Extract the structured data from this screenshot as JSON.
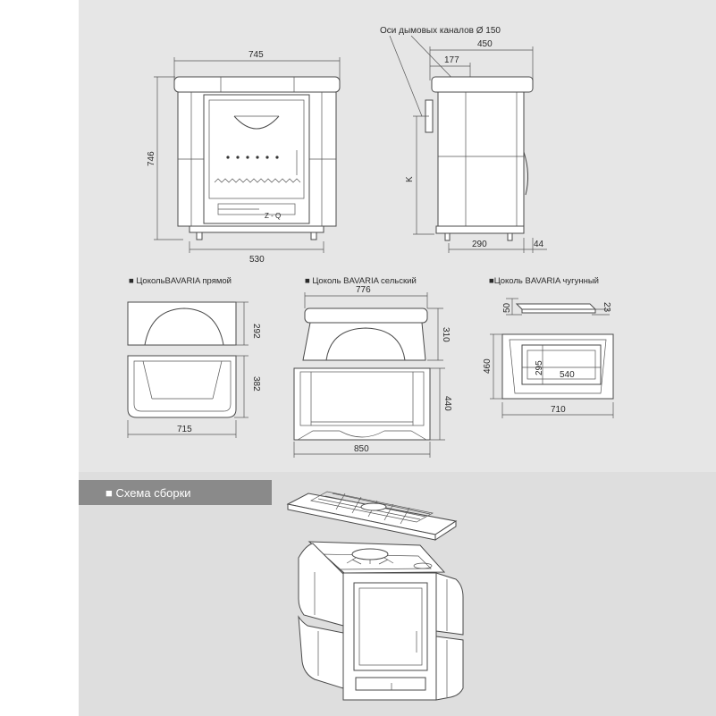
{
  "top_view": {
    "dims": {
      "width_745": "745",
      "height_746": "746",
      "base_530": "530",
      "door_mark": "Z - Q"
    }
  },
  "side_view": {
    "flue_label": "Оси дымовых каналов Ø 150",
    "dims": {
      "depth_450": "450",
      "offset_177": "177",
      "k_label": "K",
      "depth_290": "290",
      "leg_44": "44"
    }
  },
  "plinths": [
    {
      "caption": "■ ЦокольBAVARIA прямой",
      "dims": {
        "h_292": "292",
        "h_382": "382",
        "w_715": "715"
      }
    },
    {
      "caption": "■ Цоколь BAVARIA сельский",
      "dims": {
        "w_776": "776",
        "h_310": "310",
        "h_440": "440",
        "w_850": "850"
      }
    },
    {
      "caption": "■Цоколь BAVARIA чугунный",
      "dims": {
        "h_50": "50",
        "h_23": "23",
        "h_460": "460",
        "h_295": "295",
        "w_540": "540",
        "w_710": "710"
      }
    }
  ],
  "assembly": {
    "title": "■ Схема сборки"
  },
  "colors": {
    "page_top": "#e6e6e6",
    "page_bottom": "#dcdcdc",
    "banner": "#8a8a8a",
    "stroke": "#4a4a4a"
  }
}
